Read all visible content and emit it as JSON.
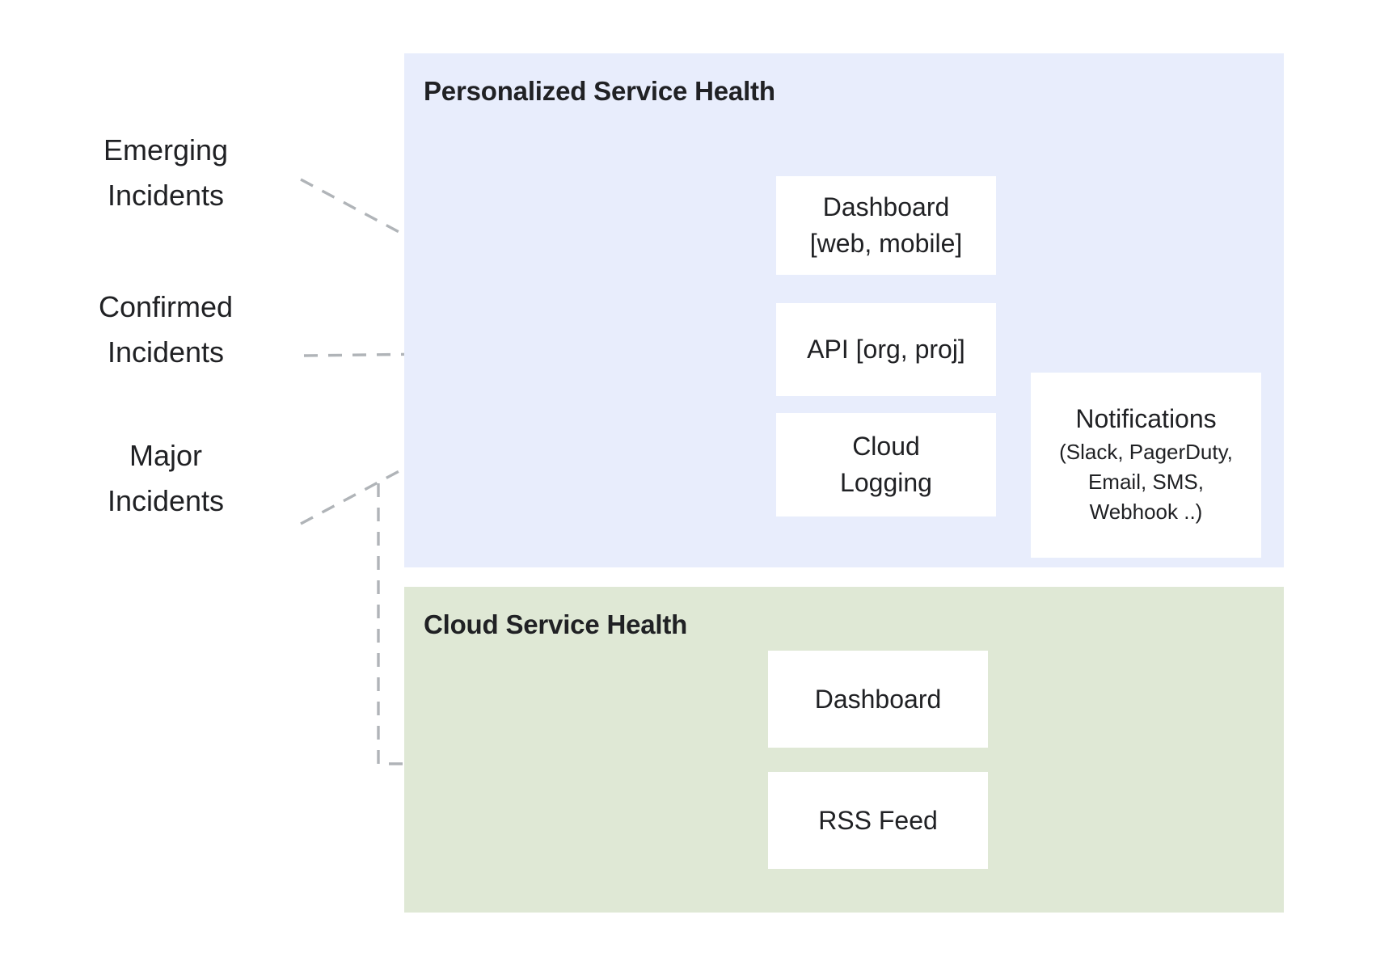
{
  "diagram": {
    "title_hidden": "Service Health architecture",
    "panels": [
      {
        "id": "personalized",
        "title": "Personalized Service Health",
        "color": "#e8edfc"
      },
      {
        "id": "cloud",
        "title": "Cloud Service Health",
        "color": "#dfe8d5"
      }
    ],
    "sources": [
      {
        "id": "emerging",
        "label": "Emerging\nIncidents"
      },
      {
        "id": "confirmed",
        "label": "Confirmed\nIncidents"
      },
      {
        "id": "major",
        "label": "Major\nIncidents"
      }
    ],
    "hub": {
      "id": "hub-node",
      "label": "",
      "fill": "#fafafa",
      "stroke": "#bdbdbd"
    },
    "personalized_outputs": [
      {
        "id": "dashboard-psh",
        "line1": "Dashboard",
        "line2": "[web, mobile]"
      },
      {
        "id": "api",
        "line1": "API [org, proj]",
        "line2": ""
      },
      {
        "id": "cloud-logging",
        "line1": "Cloud",
        "line2": "Logging"
      }
    ],
    "notifications": {
      "title": "Notifications",
      "detail": "(Slack, PagerDuty,\nEmail, SMS,\nWebhook ..)"
    },
    "cloud_outputs": [
      {
        "id": "dashboard-csh",
        "label": "Dashboard"
      },
      {
        "id": "rss-feed",
        "label": "RSS Feed"
      }
    ],
    "colors": {
      "panel_personalized": "#e8edfc",
      "panel_cloud": "#dfe8d5",
      "box_fill": "#ffffff",
      "text": "#202124",
      "solid_arrow": "#5f6368",
      "dashed_arrow": "#b0b4b8",
      "light_connector": "#c5c9cd"
    }
  }
}
